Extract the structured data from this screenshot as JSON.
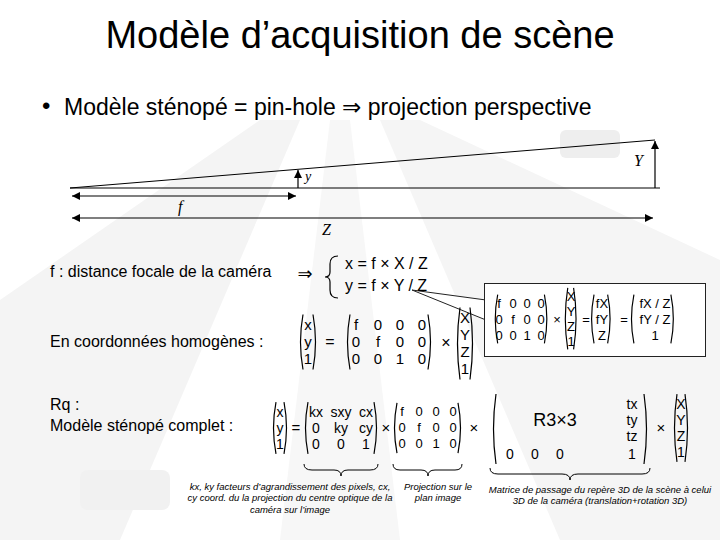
{
  "diagram": {
    "title": "Modèle d’acquisition de scène",
    "nodes": [
      {
        "text": [
          "f",
          "0",
          "0",
          "0",
          "0",
          "f",
          "0",
          "0",
          "0",
          "0",
          "1",
          "0",
          "×",
          "X",
          "Y",
          "Z",
          "1",
          "=",
          "fX",
          "fY",
          "Z",
          "=",
          "fX / Z",
          "fY / Z",
          "1"
        ]
      }
    ],
    "labels": [
      "•",
      "Modèle sténopé = pin-hole ⇒ projection perspective",
      "y",
      "Y",
      "f",
      "Z",
      "f : distance focale de la caméra",
      "⇒",
      "x = f × X / Z",
      "y = f × Y / Z",
      "En coordonnées homogènes :",
      "x",
      "y",
      "1",
      "=",
      "f",
      "0",
      "0",
      "0",
      "0",
      "f",
      "0",
      "0",
      "0",
      "0",
      "1",
      "0",
      "×",
      "X",
      "Y",
      "Z",
      "1",
      "Rq :",
      "Modèle sténopé complet :",
      "x",
      "y",
      "1",
      "=",
      "kx",
      "sxy",
      "cx",
      "0",
      "ky",
      "cy",
      "0",
      "0",
      "1",
      "×",
      "f",
      "0",
      "0",
      "0",
      "0",
      "f",
      "0",
      "0",
      "0",
      "0",
      "1",
      "0",
      "×",
      "R3×3",
      "tx",
      "ty",
      "tz",
      "0",
      "0",
      "0",
      "1",
      "×",
      "X",
      "Y",
      "Z",
      "1",
      "kx, ky facteurs d’agrandissement des pixels, cx, cy coord. du la projection du centre optique de la caméra sur l’image",
      "Projection sur le plan image",
      "Matrice de passage du repère 3D de la scène à celui 3D de la caméra (translation+rotation 3D)"
    ]
  }
}
